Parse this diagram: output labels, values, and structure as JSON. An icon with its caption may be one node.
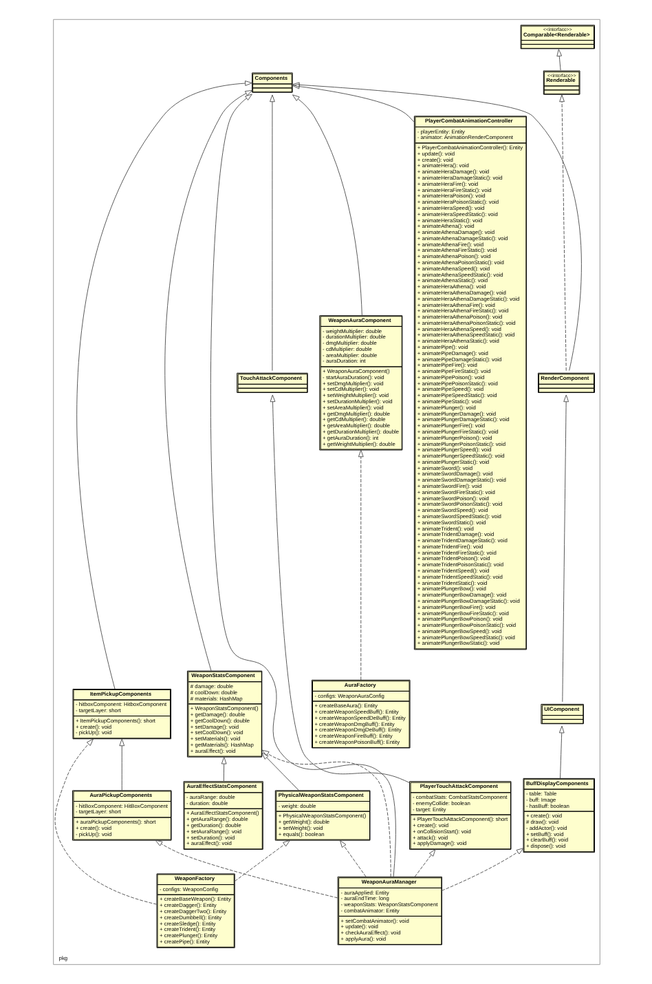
{
  "diagram": {
    "nodes": [
      {
        "text": [
          "pkg"
        ]
      },
      {
        "text": [
          "<<interface>>",
          "Comparable<Renderable>"
        ],
        "in": 0
      },
      {
        "text": [
          "<<interface>>",
          "Renderable"
        ],
        "in": 0
      },
      {
        "text": [
          "Components"
        ],
        "in": 0
      },
      {
        "text": [
          "PlayerCombatAnimationController",
          "- playerEntity: Entity",
          "- animator: AnimationRenderComponent",
          "+ PlayerCombatAnimationController(): Entity",
          "+ update(): void",
          "+ create(): void",
          "+ animateHera(): void",
          "+ animateHeraDamage(): void",
          "+ animateHeraDamageStatic(): void",
          "+ animateHeraFire(): void",
          "+ animateHeraFireStatic(): void",
          "+ animateHeraPoison(): void",
          "+ animateHeraPoisonStatic(): void",
          "+ animateHeraSpeed(): void",
          "+ animateHeraSpeedStatic(): void",
          "+ animateHeraStatic(): void",
          "+ animateAthena(): void",
          "+ animateAthenaDamage(): void",
          "+ animateAthenaDamageStatic(): void",
          "+ animateAthenaFire(): void",
          "+ animateAthenaFireStatic(): void",
          "+ animateAthenaPoison(): void",
          "+ animateAthenaPoisonStatic(): void",
          "+ animateAthenaSpeed(): void",
          "+ animateAthenaSpeedStatic(): void",
          "+ animateAthenaStatic(): void",
          "+ animateHeraAthena(): void",
          "+ animateHeraAthenaDamage(): void",
          "+ animateHeraAthenaDamageStatic(): void",
          "+ animateHeraAthenaFire(): void",
          "+ animateHeraAthenaFireStatic(): void",
          "+ animateHeraAthenaPoison(): void",
          "+ animateHeraAthenaPoisonStatic(): void",
          "+ animateHeraAthenaSpeed(): void",
          "+ animateHeraAthenaSpeedStatic(): void",
          "+ animateHeraAthenaStatic(): void",
          "+ animatePipe(): void",
          "+ animatePipeDamage(): void",
          "+ animatePipeDamageStatic(): void",
          "+ animatePipeFire(): void",
          "+ animatePipeFireStatic(): void",
          "+ animatePipePoison(): void",
          "+ animatePipePoisonStatic(): void",
          "+ animatePipeSpeed(): void",
          "+ animatePipeSpeedStatic(): void",
          "+ animatePipeStatic(): void",
          "+ animatePlunger(): void",
          "+ animatePlungerDamage(): void",
          "+ animatePlungerDamageStatic(): void",
          "+ animatePlungerFire(): void",
          "+ animatePlungerFireStatic(): void",
          "+ animatePlungerPoison(): void",
          "+ animatePlungerPoisonStatic(): void",
          "+ animatePlungerSpeed(): void",
          "+ animatePlungerSpeedStatic(): void",
          "+ animatePlungerStatic(): void",
          "+ animateSword(): void",
          "+ animateSwordDamage(): void",
          "+ animateSwordDamageStatic(): void",
          "+ animateSwordFire(): void",
          "+ animateSwordFireStatic(): void",
          "+ animateSwordPoison(): void",
          "+ animateSwordPoisonStatic(): void",
          "+ animateSwordSpeed(): void",
          "+ animateSwordSpeedStatic(): void",
          "+ animateSwordStatic(): void",
          "+ animateTrident(): void",
          "+ animateTridentDamage(): void",
          "+ animateTridentDamageStatic(): void",
          "+ animateTridentFire(): void",
          "+ animateTridentFireStatic(): void",
          "+ animateTridentPoison(): void",
          "+ animateTridentPoisonStatic(): void",
          "+ animateTridentSpeed(): void",
          "+ animateTridentSpeedStatic(): void",
          "+ animateTridentStatic(): void",
          "+ animatePlungerBow(): void",
          "+ animatePlungerBowDamage(): void",
          "+ animatePlungerBowDamageStatic(): void",
          "+ animatePlungerBowFire(): void",
          "+ animatePlungerBowFireStatic(): void",
          "+ animatePlungerBowPoison(): void",
          "+ animatePlungerBowPoisonStatic(): void",
          "+ animatePlungerBowSpeed(): void",
          "+ animatePlungerBowSpeedStatic(): void",
          "+ animatePlungerBowStatic(): void"
        ],
        "in": 0
      },
      {
        "text": [
          "WeaponAuraComponent",
          "- weightMultiplier: double",
          "- durationMultiplier: double",
          "- dmgMultiplier: double",
          "- cdMultiplier: double",
          "- areaMultiplier: double",
          "- auraDuration: int",
          "+ WeaponAuraComponent()",
          "- startAuraDuration(): void",
          "+ setDmgMultiplier(): void",
          "+ setCdMultiplier(): void",
          "+ setWeightMultiplier(): void",
          "+ setDurationMultiplier(): void",
          "+ setAreaMultiplier(): void",
          "+ getDmgMultiplier(): double",
          "+ getCdMultiplier(): double",
          "+ getAreaMultiplier(): double",
          "+ getDurationMultiplier(): double",
          "+ getAuraDuration(): int",
          "+ getWeightMultiplier(): double"
        ],
        "in": 0
      },
      {
        "text": [
          "WeaponStatsComponent",
          "# damage: double",
          "# coolDown: double",
          "# materials: HashMap",
          "+ WeaponStatsComponent()",
          "+ getDamage(): double",
          "+ getCoolDown(): double",
          "+ setDamage(): void",
          "+ setCoolDown(): void",
          "+ setMaterials(): void",
          "+ getMaterials(): HashMap",
          "+ auraEffect(): void"
        ],
        "in": 0
      },
      {
        "text": [
          "RenderComponent"
        ],
        "in": 0
      },
      {
        "text": [
          "TouchAttackComponent"
        ],
        "in": 0
      },
      {
        "text": [
          "UIComponent"
        ],
        "in": 0
      },
      {
        "text": [
          "ItemPickupComponents",
          "- hitboxComponent: HitboxComponent",
          "- targetLayer: short",
          "+ ItemPickupComponents(): short",
          "+ create(): void",
          "- pickUp(): void"
        ],
        "in": 0
      },
      {
        "text": [
          "AuraFactory",
          "- configs: WeaponAuraConfig",
          "+ createBaseAura(): Entity",
          "+ createWeaponSpeedBuff(): Entity",
          "+ createWeaponSpeedDeBuff(): Entity",
          "+ createWeaponDmgBuff(): Entity",
          "+ createWeaponDmgDeBuff(): Entity",
          "+ createWeaponFireBuff(): Entity",
          "+ createWeaponPoisonBuff(): Entity"
        ],
        "in": 0
      },
      {
        "text": [
          "PhysicalWeaponStatsComponent",
          "- weight: double",
          "+ PhysicalWeaponStatsComponent()",
          "+ getWeight(): double",
          "+ setWeight(): void",
          "+ equals(): boolean"
        ],
        "in": 0
      },
      {
        "text": [
          "AuraEffectStatsComponent",
          "- auraRange: double",
          "- duration: double",
          "+ AuraEffectStatsComponent()",
          "+ getAuraRange(): double",
          "+ getDuration(): double",
          "+ setAuraRange(): void",
          "+ setDuration(): void",
          "+ auraEffect(): void"
        ],
        "in": 0
      },
      {
        "text": [
          "PlayerTouchAttackComponent",
          "- combatStats: CombatStatsComponent",
          "- enemyCollide: boolean",
          "- target: Entity",
          "+ PlayerTouchAttackComponent(): short",
          "+ create(): void",
          "+ onCollisionStart(): void",
          "+ attack(): void",
          "+ applyDamage(): void"
        ],
        "in": 0
      },
      {
        "text": [
          "BuffDisplayComponents",
          "- table: Table",
          "- buff: Image",
          "- hasBuff: boolean",
          "+ create(): void",
          "# draw(): void",
          "- addActor(): void",
          "+ setBuff(): void",
          "+ clearBuff(): void",
          "+ dispose(): void"
        ],
        "in": 0
      },
      {
        "text": [
          "AuraPickupComponents",
          "- hitBoxComponent: HitBoxComponent",
          "- targetLayer: short",
          "+ auraPickupComponents(): short",
          "+ create(): void",
          "- pickUp(): void"
        ],
        "in": 0
      },
      {
        "text": [
          "WeaponFactory",
          "- configs: WeaponConfig",
          "+ createBaseWeapon(): Entity",
          "+ createDagger(): Entity",
          "+ createDaggerTwo(): Entity",
          "+ createDumbbell(): Entity",
          "+ createSledge(): Entity",
          "+ createTrident(): Entity",
          "+ createPlunger(): Entity",
          "+ createPipe(): Entity"
        ],
        "in": 0
      },
      {
        "text": [
          "WeaponAuraManager",
          "- auraApplied: Entity",
          "- auraEndTime: long",
          "- weaponStats: WeaponStatsComponent",
          "- combatAnimator: Entity",
          "+ setCombatAnimator(): void",
          "+ update(): void",
          "+ checkAuraEffect(): void",
          "+ applyAura(): void"
        ],
        "in": 0
      }
    ],
    "edges": [
      {
        "from": 2,
        "to": 1,
        "arrow": "to"
      },
      {
        "from": 7,
        "to": 2,
        "arrow": "to",
        "style": "dashed"
      },
      {
        "from": 7,
        "to": 3,
        "arrow": "to"
      },
      {
        "from": 10,
        "to": 3,
        "arrow": "to"
      },
      {
        "from": 5,
        "to": 3,
        "arrow": "to"
      },
      {
        "from": 6,
        "to": 3,
        "arrow": "to"
      },
      {
        "from": 4,
        "to": 3,
        "arrow": "to"
      },
      {
        "from": 8,
        "to": 3,
        "arrow": "to"
      },
      {
        "from": 18,
        "to": 3,
        "arrow": "to"
      },
      {
        "from": 9,
        "to": 7,
        "arrow": "to"
      },
      {
        "from": 15,
        "to": 9,
        "arrow": "to"
      },
      {
        "from": 16,
        "to": 10,
        "arrow": "to"
      },
      {
        "from": 12,
        "to": 6,
        "arrow": "to"
      },
      {
        "from": 13,
        "to": 6,
        "arrow": "to"
      },
      {
        "from": 14,
        "to": 8,
        "arrow": "to"
      },
      {
        "from": 11,
        "to": 5,
        "arrow": "to",
        "style": "dashed"
      },
      {
        "from": 17,
        "to": 10,
        "arrow": "to",
        "style": "dashed"
      },
      {
        "from": 17,
        "to": 12,
        "arrow": "to",
        "style": "dashed"
      },
      {
        "from": 18,
        "to": 15,
        "arrow": "to",
        "style": "dashed"
      },
      {
        "from": 18,
        "to": 16,
        "arrow": "to",
        "style": "dashed"
      },
      {
        "from": 18,
        "to": 12,
        "arrow": "to",
        "style": "dashed"
      },
      {
        "from": 18,
        "to": 6,
        "arrow": "to",
        "style": "dashed"
      },
      {
        "from": 18,
        "to": 14,
        "arrow": "to",
        "style": "dashed"
      }
    ]
  }
}
